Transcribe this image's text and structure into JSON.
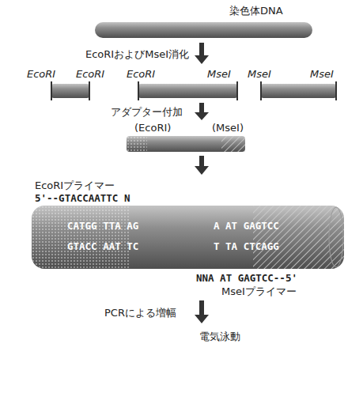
{
  "diagram": {
    "nodes": [
      {
        "text": [
          "CATGG TTA AG",
          "A AT GAGTCC",
          "GTACC AAT TC",
          "T TA CTCAGG"
        ]
      }
    ],
    "labels": [
      "染色体DNA",
      "EcoRIおよびMseI消化",
      "EcoRI",
      "EcoRI",
      "EcoRI",
      "MseI",
      "MseI",
      "MseI",
      "アダプター付加",
      "(EcoRI)",
      "(MseI)",
      "EcoRIプライマー",
      "5'--GTACCAATTC N",
      "NNA AT GAGTCC--5'",
      "MseIプライマー",
      "PCRによる増幅",
      "電気泳動"
    ]
  }
}
